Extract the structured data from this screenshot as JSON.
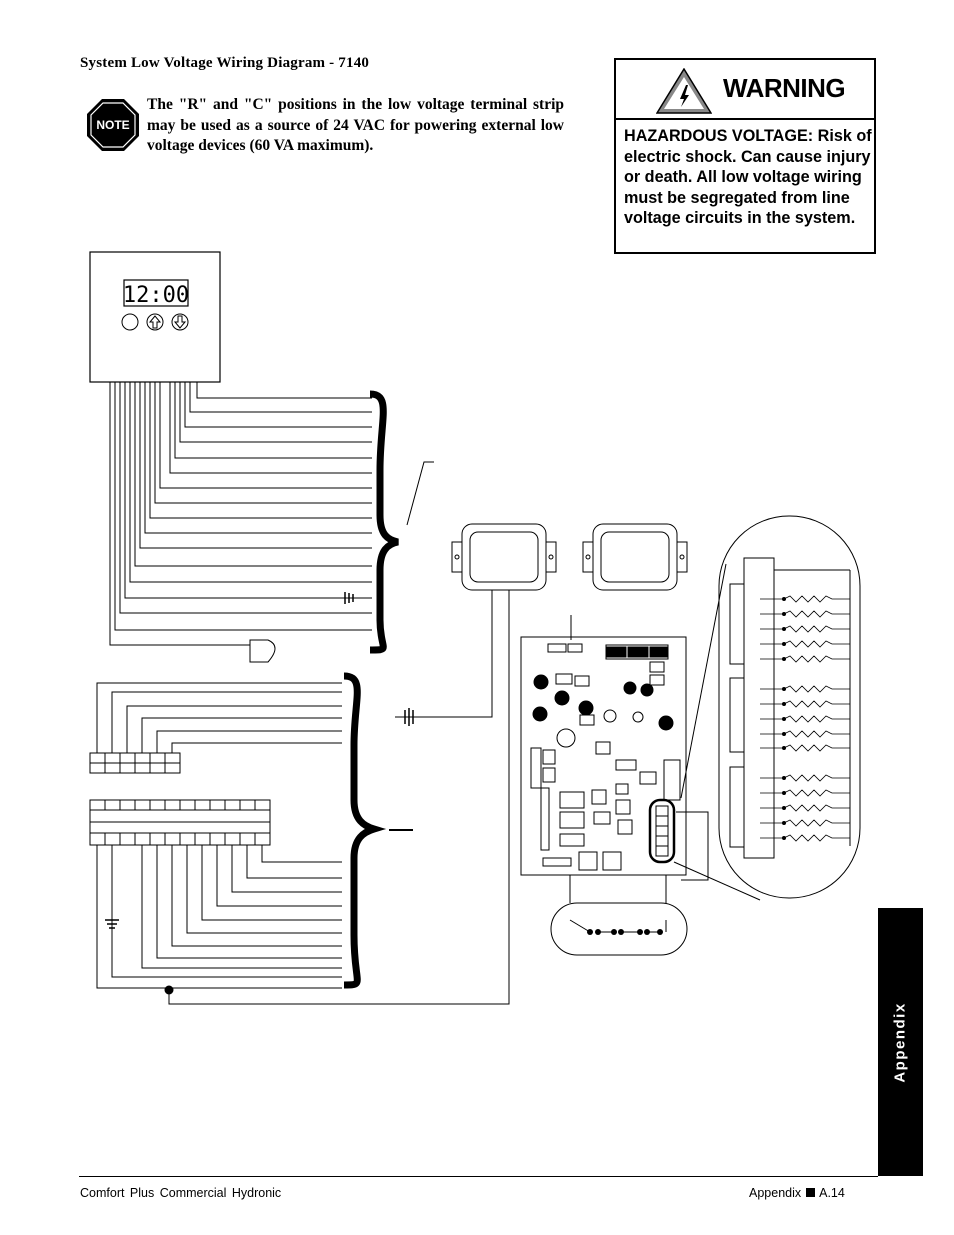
{
  "page": {
    "title": "System Low Voltage Wiring Diagram - 7140"
  },
  "note": {
    "icon_label": "NOTE",
    "text": "The \"R\" and \"C\" positions in the low voltage terminal strip may be used as a source of 24 VAC for powering external low voltage devices (60 VA maximum)."
  },
  "warning": {
    "heading": "WARNING",
    "icon": "electric-hazard-triangle-icon",
    "body": "HAZARDOUS VOLTAGE: Risk of electric shock. Can cause injury or death. All low voltage wiring must be segregated from line voltage circuits in the system."
  },
  "diagram": {
    "thermostat_display": "12:00",
    "thermostat_buttons": [
      "circle-button-icon",
      "up-arrow-button-icon",
      "down-arrow-button-icon"
    ],
    "ground_icon": "ground-icon",
    "components": [
      "thermostat",
      "sensor-probe",
      "low-voltage-terminal-strip",
      "transformer",
      "transformer",
      "control-board",
      "terminal-detail-magnified",
      "switch-chain"
    ]
  },
  "side_tab": {
    "label": "Appendix"
  },
  "footer": {
    "left": "Comfort Plus Commercial Hydronic",
    "section": "Appendix",
    "page_number": "A.14"
  }
}
